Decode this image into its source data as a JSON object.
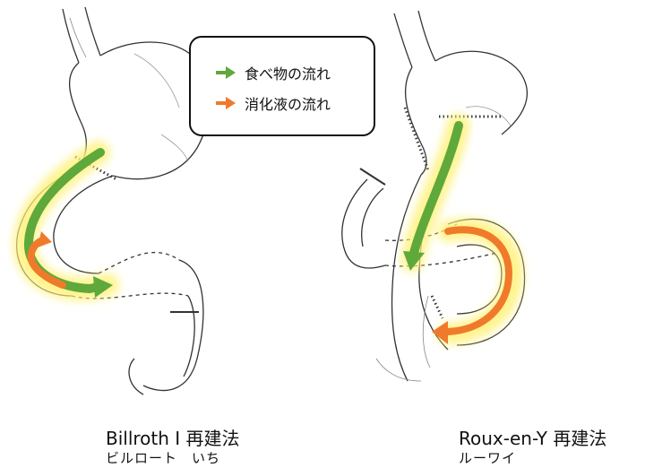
{
  "legend": {
    "items": [
      {
        "label": "食べ物の流れ",
        "color": "#5fa83c",
        "icon": "right-arrow-icon"
      },
      {
        "label": "消化液の流れ",
        "color": "#f07a2b",
        "icon": "right-arrow-icon"
      }
    ]
  },
  "figures": [
    {
      "title": "Billroth Ⅰ 再建法",
      "reading": "ビルロート　いち"
    },
    {
      "title": "Roux-en-Y 再建法",
      "reading": "ルーワイ"
    }
  ]
}
